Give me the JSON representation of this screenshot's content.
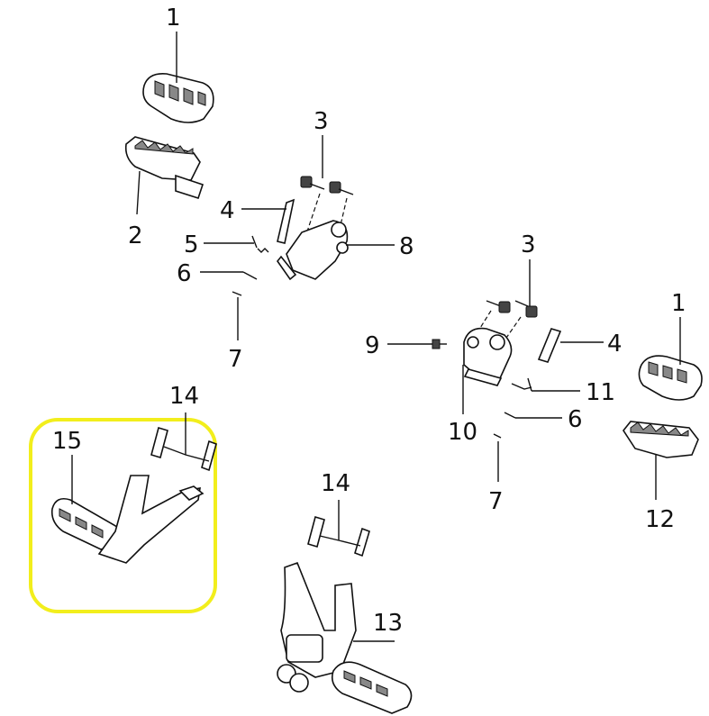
{
  "diagram": {
    "highlight_color": "#f2ee1c",
    "callouts": {
      "c1_top": "1",
      "c2": "2",
      "c3_left": "3",
      "c4_left": "4",
      "c5": "5",
      "c6_left": "6",
      "c7_left": "7",
      "c8": "8",
      "c3_right": "3",
      "c9": "9",
      "c4_right": "4",
      "c1_right": "1",
      "c11": "11",
      "c10": "10",
      "c6_right": "6",
      "c12": "12",
      "c7_right": "7",
      "c14_left": "14",
      "c15": "15",
      "c14_right": "14",
      "c13": "13"
    }
  }
}
